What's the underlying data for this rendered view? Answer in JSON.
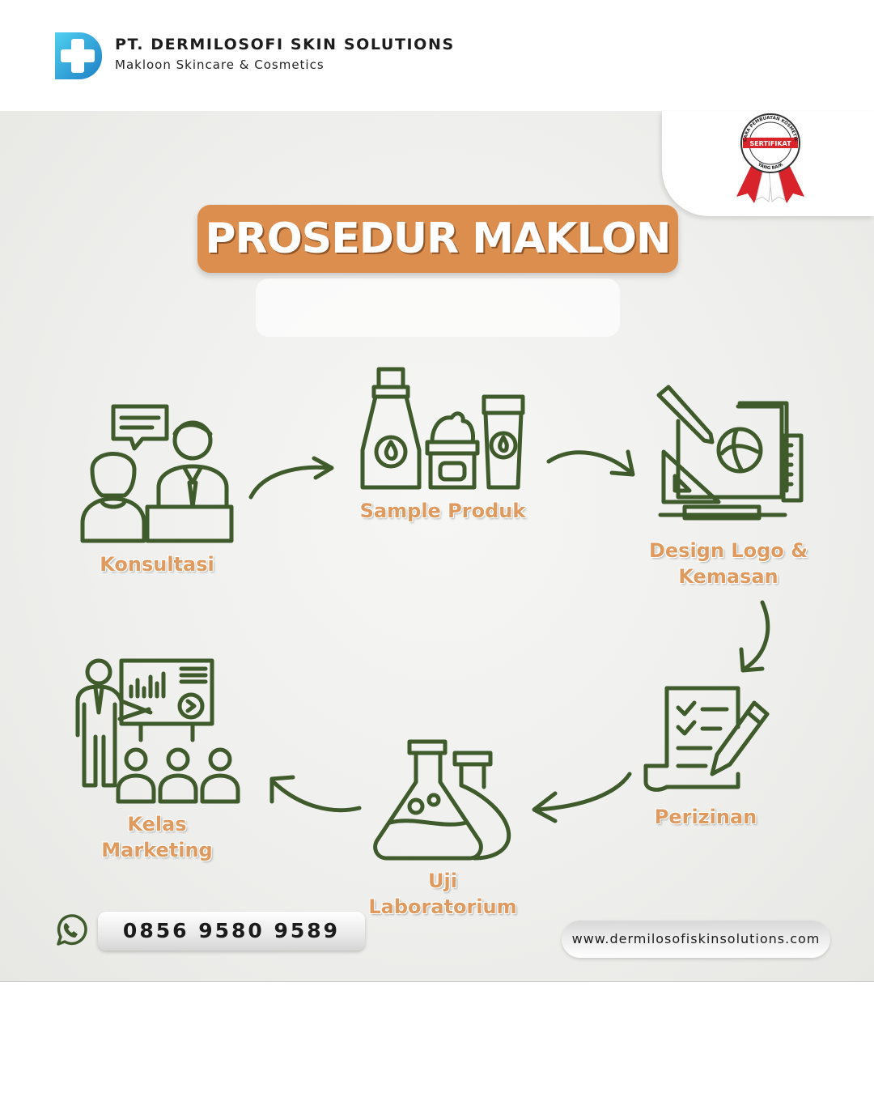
{
  "header": {
    "company_name": "PT. DERMILOSOFI SKIN SOLUTIONS",
    "tagline": "Makloon Skincare & Cosmetics"
  },
  "certificate": {
    "top_text": "CARA PEMBUATAN KOSMETIK",
    "ribbon_text": "SERTIFIKAT",
    "bottom_text": "YANG BAIK"
  },
  "title": "PROSEDUR MAKLON",
  "steps": [
    {
      "label": "Konsultasi",
      "icon": "consultation-icon"
    },
    {
      "label": "Sample Produk",
      "icon": "product-samples-icon"
    },
    {
      "label": "Design Logo &\nKemasan",
      "icon": "design-icon"
    },
    {
      "label": "Perizinan",
      "icon": "checklist-document-icon"
    },
    {
      "label": "Uji\nLaboratorium",
      "icon": "lab-flask-icon"
    },
    {
      "label": "Kelas\nMarketing",
      "icon": "marketing-class-icon"
    }
  ],
  "contact": {
    "phone": "0856 9580 9589",
    "website": "www.dermilosofiskinsolutions.com"
  },
  "colors": {
    "title_bg": "#dc8e4e",
    "label": "#de9a5f",
    "icon_stroke": "#3f5a2b",
    "logo_blue": "#2aa7dc"
  }
}
